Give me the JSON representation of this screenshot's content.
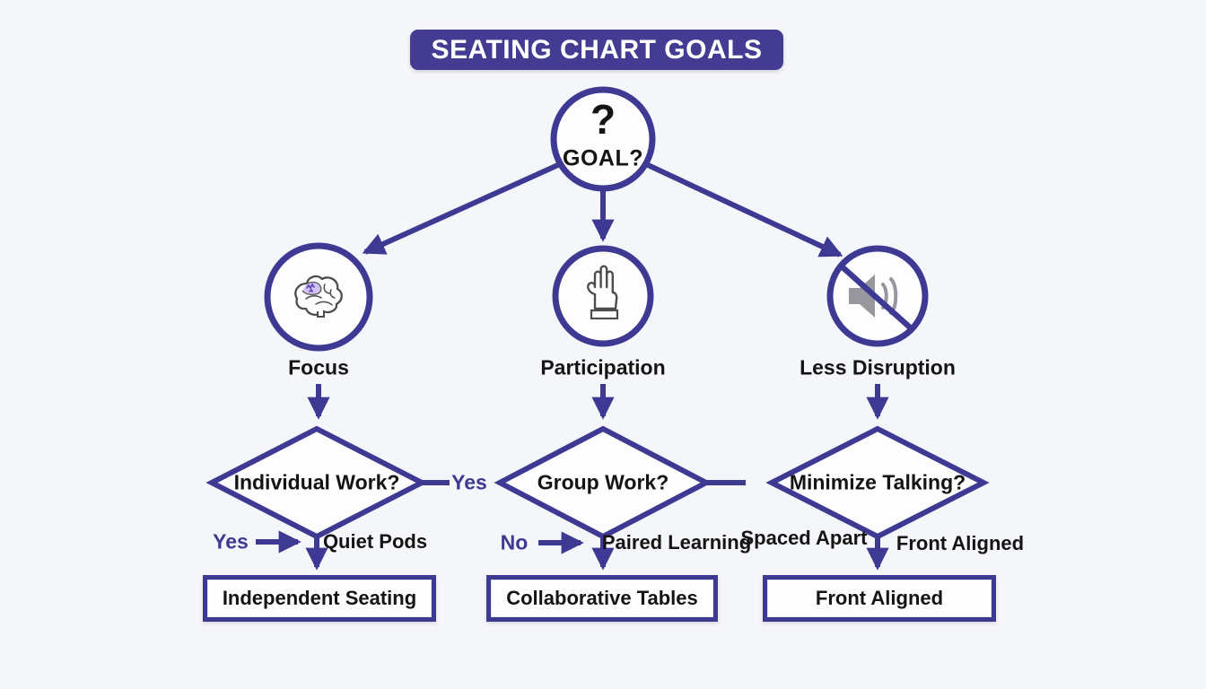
{
  "colors": {
    "accent": "#3e3a94",
    "banner_bg": "#433c92",
    "background": "#f5f6f9",
    "ink": "#141414",
    "icon_gray": "#4d4d4d",
    "speaker_gray": "#97979d",
    "brain_purple": "#7b5cd6"
  },
  "title": "SEATING CHART GOALS",
  "root": {
    "symbol": "?",
    "label": "GOAL?"
  },
  "branches": [
    {
      "icon": "brain-icon",
      "label": "Focus",
      "question": "Individual Work?",
      "right_connector_label": "Yes",
      "side_label": "Yes",
      "vertex_label": "Quiet Pods",
      "outcome": "Independent Seating"
    },
    {
      "icon": "raised-hand-icon",
      "label": "Participation",
      "question": "Group Work?",
      "side_label": "No",
      "vertex_label": "Paired Learning",
      "outcome": "Collaborative Tables"
    },
    {
      "icon": "muted-speaker-icon",
      "label": "Less Disruption",
      "question": "Minimize Talking?",
      "vertex_left_label": "Spaced Apart",
      "vertex_right_label": "Front Aligned",
      "outcome": "Front Aligned"
    }
  ]
}
